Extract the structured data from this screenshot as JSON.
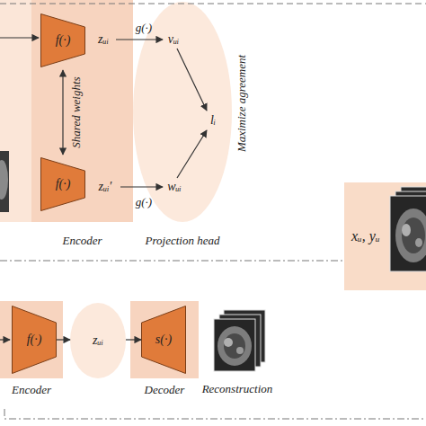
{
  "diagram": {
    "nodes": [
      {
        "text": [
          "Encoder"
        ]
      },
      {
        "text": [
          "f(·)"
        ],
        "in": 0
      },
      {
        "text": [
          "f(·)"
        ],
        "in": 0
      },
      {
        "text": [
          "Projection head"
        ]
      },
      {
        "text": [
          "xᵤ, yᵤ"
        ]
      },
      {
        "text": [
          "Encoder"
        ]
      },
      {
        "text": [
          "f(·)"
        ],
        "in": 5
      },
      {
        "text": [
          "zᵤᵢ"
        ]
      },
      {
        "text": [
          "Decoder"
        ]
      },
      {
        "text": [
          "s(·)"
        ],
        "in": 8
      }
    ],
    "edges": [
      {
        "from": 1,
        "to": 2,
        "arrow": "both",
        "label": "Shared weights"
      },
      {
        "from": 6,
        "to": 7,
        "arrow": "to"
      },
      {
        "from": 7,
        "to": 9,
        "arrow": "to"
      }
    ],
    "labels": [
      "zᵤᵢ",
      "g(·)",
      "vᵤᵢ",
      "lᵢ",
      "Maximize agreement",
      "zᵤᵢ′",
      "g(·)",
      "wᵤᵢ",
      "Reconstruction"
    ]
  }
}
